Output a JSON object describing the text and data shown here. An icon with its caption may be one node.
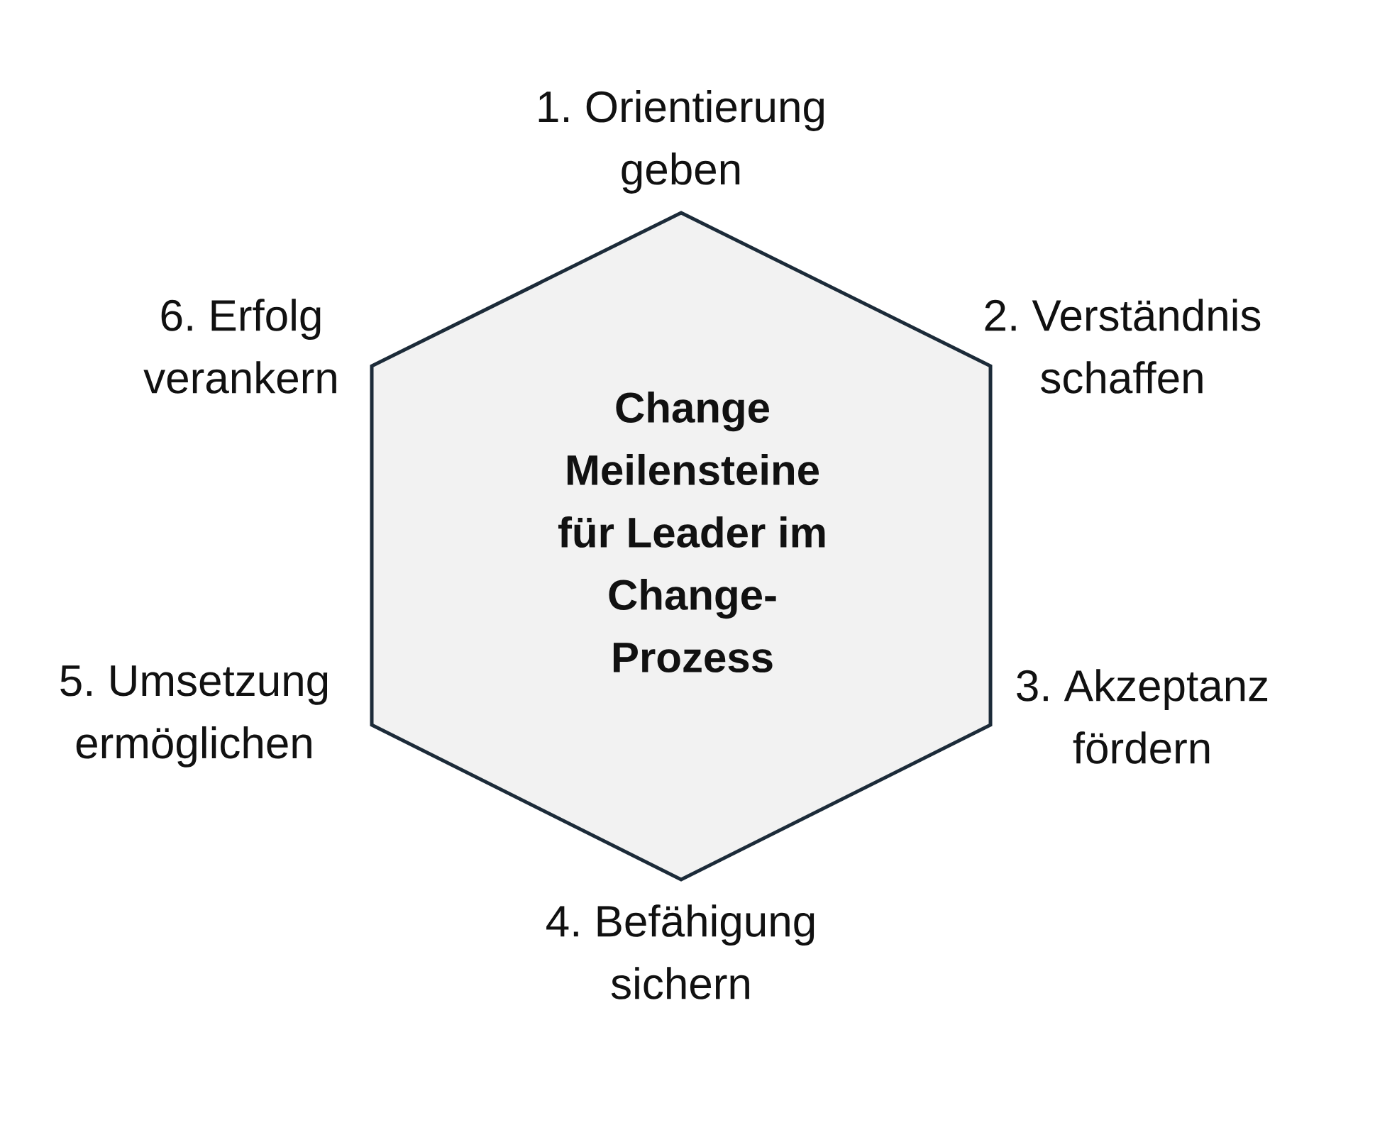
{
  "diagram": {
    "nodes": [
      {
        "text": [
          "Change Meilensteine für Leader im Change-Prozess"
        ],
        "beside": [
          "1. Orientierung geben",
          "2. Verständnis schaffen",
          "3. Akzeptanz fördern",
          "4. Befähigung sichern",
          "5. Umsetzung ermöglichen",
          "6. Erfolg verankern"
        ]
      }
    ]
  }
}
